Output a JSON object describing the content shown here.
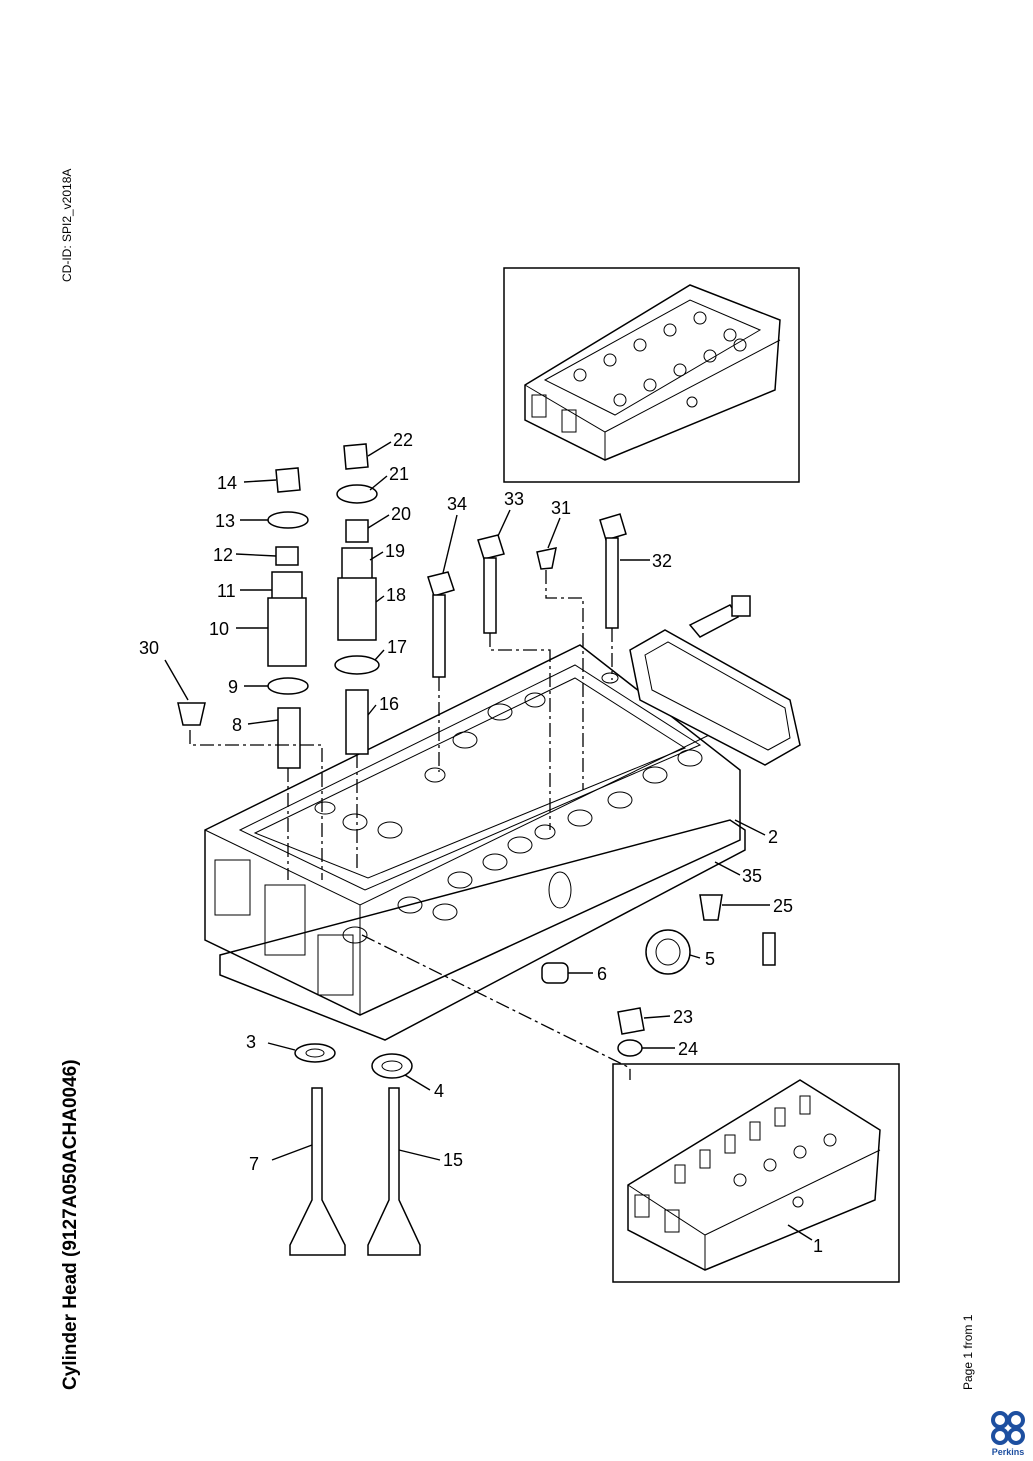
{
  "document": {
    "cd_id": "CD-ID: SPI2_v2018A",
    "title": "Cylinder Head (9127A050ACHA0046)",
    "page": "Page 1 from 1",
    "brand": "Perkins",
    "brand_color": "#1d4fa0"
  },
  "callouts": [
    "1",
    "2",
    "3",
    "4",
    "5",
    "6",
    "7",
    "8",
    "9",
    "10",
    "11",
    "12",
    "13",
    "14",
    "15",
    "16",
    "17",
    "18",
    "19",
    "20",
    "21",
    "22",
    "23",
    "24",
    "25",
    "30",
    "31",
    "32",
    "33",
    "34",
    "35"
  ]
}
